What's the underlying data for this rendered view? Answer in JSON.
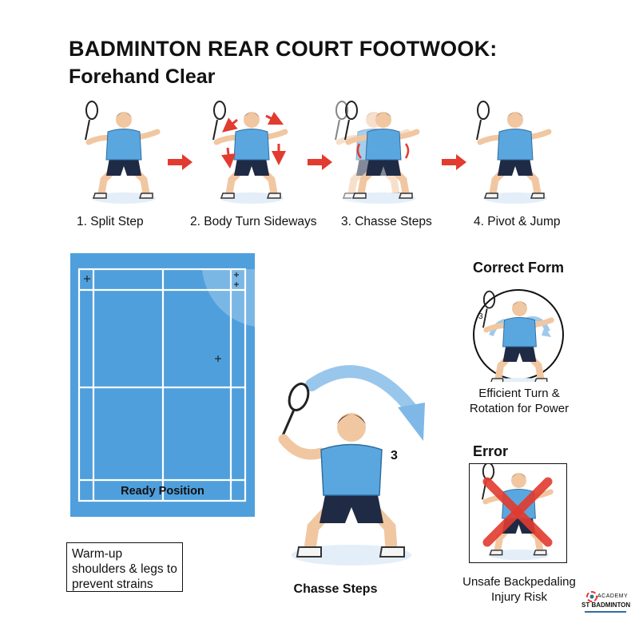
{
  "header": {
    "title": "BADMINTON REAR COURT FOOTWOOK:",
    "subtitle": "Forehand Clear"
  },
  "steps": [
    {
      "label": "1. Split Step",
      "icon": "split-step-player-icon"
    },
    {
      "label": "2. Body Turn Sideways",
      "icon": "body-turn-player-icon"
    },
    {
      "label": "3. Chasse Steps",
      "icon": "chasse-steps-player-icon"
    },
    {
      "label": "4. Pivot & Jump",
      "icon": "pivot-jump-player-icon"
    }
  ],
  "court": {
    "label": "Ready Position",
    "color": "#4f9fdc"
  },
  "tip": {
    "text": "Warm-up shoulders & legs to prevent strains"
  },
  "center": {
    "label": "Chasse Steps",
    "step_number": "3"
  },
  "correct_form": {
    "heading": "Correct Form",
    "number": "3",
    "caption_line1": "Efficient Turn &",
    "caption_line2": "Rotation for Power"
  },
  "error": {
    "heading": "Error",
    "caption_line1": "Unsafe Backpedaling",
    "caption_line2": "Injury Risk"
  },
  "logo": {
    "line1": "ACADEMY",
    "line2": "ST BADMINTON"
  },
  "colors": {
    "accent_red": "#e23b2f",
    "shirt_blue": "#5aa7e0",
    "shorts_navy": "#1f2a44",
    "skin": "#f1c7a1",
    "arrow_blue": "#7fb8e6"
  }
}
